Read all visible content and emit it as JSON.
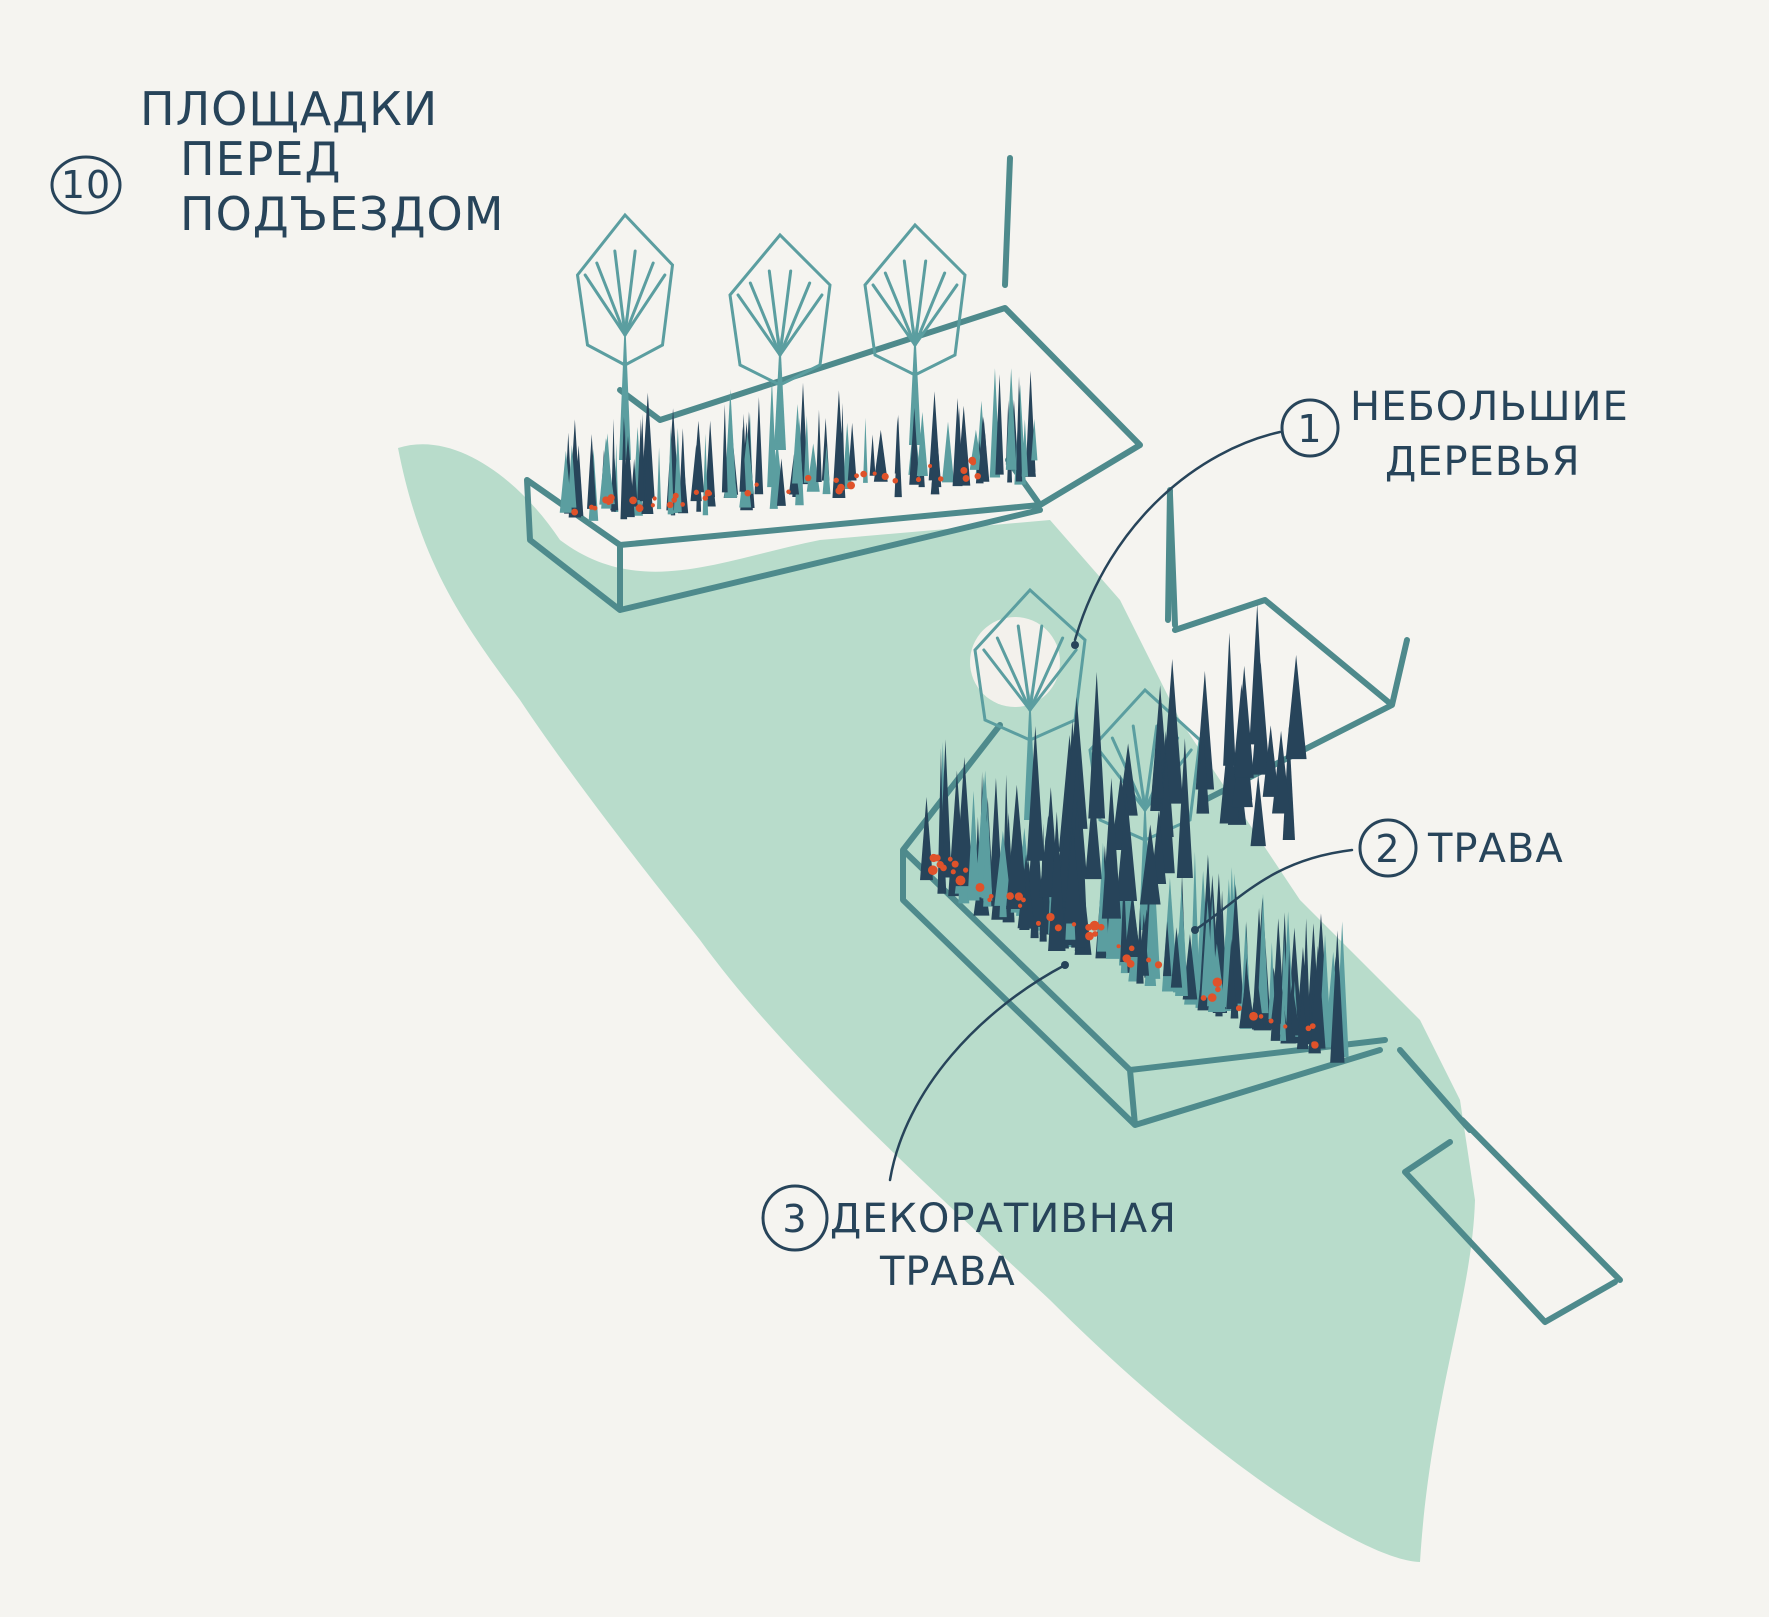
{
  "title": {
    "number": "10",
    "lines": [
      "ПЛОЩАДКИ",
      "ПЕРЕД",
      "ПОДЪЕЗДОМ"
    ]
  },
  "callouts": [
    {
      "number": "1",
      "lines": [
        "НЕБОЛЬШИЕ",
        "ДЕРЕВЬЯ"
      ]
    },
    {
      "number": "2",
      "lines": [
        "ТРАВА"
      ]
    },
    {
      "number": "3",
      "lines": [
        "ДЕКОРАТИВНАЯ",
        "ТРАВА"
      ]
    }
  ],
  "colors": {
    "background": "#f5f4f0",
    "lawn": "#b8dccb",
    "outline": "#4e8a8c",
    "grass_dark": "#27445a",
    "grass_teal": "#5b9ea0",
    "flowers": "#e0522a",
    "ink": "#27445a"
  }
}
